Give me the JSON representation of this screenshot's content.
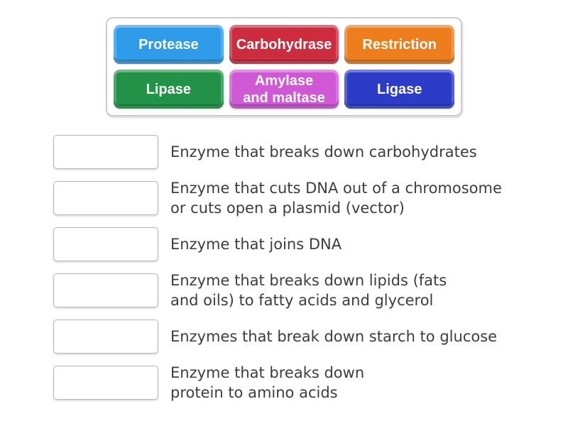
{
  "word_bank": {
    "tiles": [
      {
        "label": "Protease",
        "color": "#2e9ce8"
      },
      {
        "label": "Carbohydrase",
        "color": "#cd2b3e"
      },
      {
        "label": "Restriction",
        "color": "#ee7d1c"
      },
      {
        "label": "Lipase",
        "color": "#219247"
      },
      {
        "label": "Amylase\nand maltase",
        "color": "#cf58d4"
      },
      {
        "label": "Ligase",
        "color": "#2c3cc6"
      }
    ]
  },
  "questions": [
    {
      "text": "Enzyme that breaks down carbohydrates"
    },
    {
      "text": "Enzyme that cuts DNA out of a chromosome\nor cuts open a plasmid (vector)"
    },
    {
      "text": "Enzyme that joins DNA"
    },
    {
      "text": "Enzyme that breaks down lipids (fats\nand oils) to fatty acids and glycerol"
    },
    {
      "text": "Enzymes that break down starch to glucose"
    },
    {
      "text": "Enzyme that breaks down\nprotein to amino acids"
    }
  ]
}
